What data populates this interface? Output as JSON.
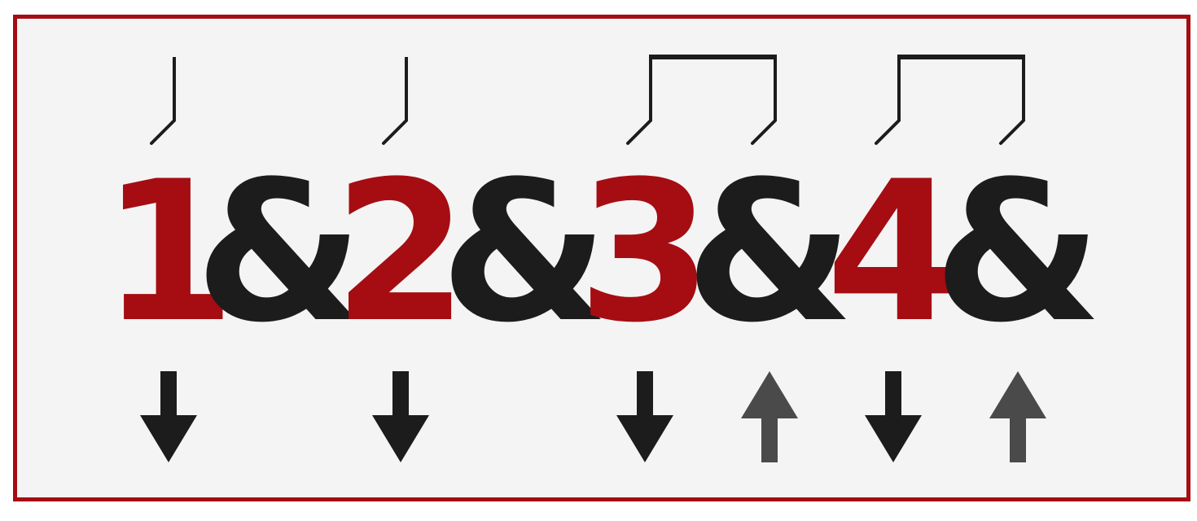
{
  "colors": {
    "border": "#a50d12",
    "background": "#f4f4f4",
    "beat_number": "#a50d12",
    "and_symbol": "#1c1c1c",
    "note_stroke": "#1c1c1c",
    "down_arrow": "#1c1c1c",
    "up_arrow": "#4a4a4a"
  },
  "counts": [
    {
      "label": "1",
      "kind": "beat"
    },
    {
      "label": "&",
      "kind": "and"
    },
    {
      "label": "2",
      "kind": "beat"
    },
    {
      "label": "&",
      "kind": "and"
    },
    {
      "label": "3",
      "kind": "beat"
    },
    {
      "label": "&",
      "kind": "and"
    },
    {
      "label": "4",
      "kind": "beat"
    },
    {
      "label": "&",
      "kind": "and"
    }
  ],
  "note_groups": [
    {
      "type": "quarter-note-icon",
      "covers": [
        "1"
      ]
    },
    {
      "type": "quarter-note-icon",
      "covers": [
        "2"
      ]
    },
    {
      "type": "beamed-eighth-notes-icon",
      "covers": [
        "3",
        "&"
      ]
    },
    {
      "type": "beamed-eighth-notes-icon",
      "covers": [
        "4",
        "&"
      ]
    }
  ],
  "strums": [
    {
      "count": "1",
      "direction": "down",
      "icon": "down-arrow-icon"
    },
    {
      "count": "&",
      "direction": "none"
    },
    {
      "count": "2",
      "direction": "down",
      "icon": "down-arrow-icon"
    },
    {
      "count": "&",
      "direction": "none"
    },
    {
      "count": "3",
      "direction": "down",
      "icon": "down-arrow-icon"
    },
    {
      "count": "&",
      "direction": "up",
      "icon": "up-arrow-icon"
    },
    {
      "count": "4",
      "direction": "down",
      "icon": "down-arrow-icon"
    },
    {
      "count": "&",
      "direction": "up",
      "icon": "up-arrow-icon"
    }
  ]
}
